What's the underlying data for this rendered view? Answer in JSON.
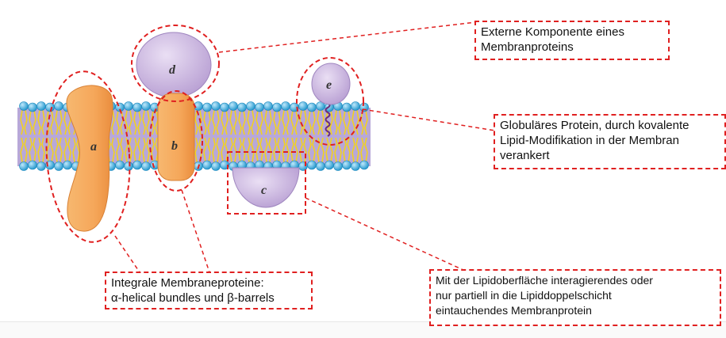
{
  "colors": {
    "highlight_dashed": "#e02020",
    "lipid_head": "#29a9e0",
    "lipid_tail": "#f2d21f",
    "bilayer_core": "#b8a8d8",
    "integral_protein": "#f5a75a",
    "peripheral_protein": "#c9b4de"
  },
  "proteins": {
    "a": "a",
    "b": "b",
    "c": "c",
    "d": "d",
    "e": "e"
  },
  "labels": {
    "external": {
      "line1": "Externe Komponente eines",
      "line2": "Membranproteins"
    },
    "globular": {
      "line1": "Globuläres Protein, durch kovalente",
      "line2": "Lipid-Modifikation in der Membran",
      "line3": "verankert"
    },
    "integral": {
      "line1": "Integrale Membraneproteine:",
      "line2": "α-helical bundles und β-barrels"
    },
    "surface": {
      "line1": "Mit der Lipidoberfläche interagierendes oder",
      "line2": "nur partiell in die Lipiddoppelschicht",
      "line3": "eintauchendes Membranprotein"
    }
  }
}
